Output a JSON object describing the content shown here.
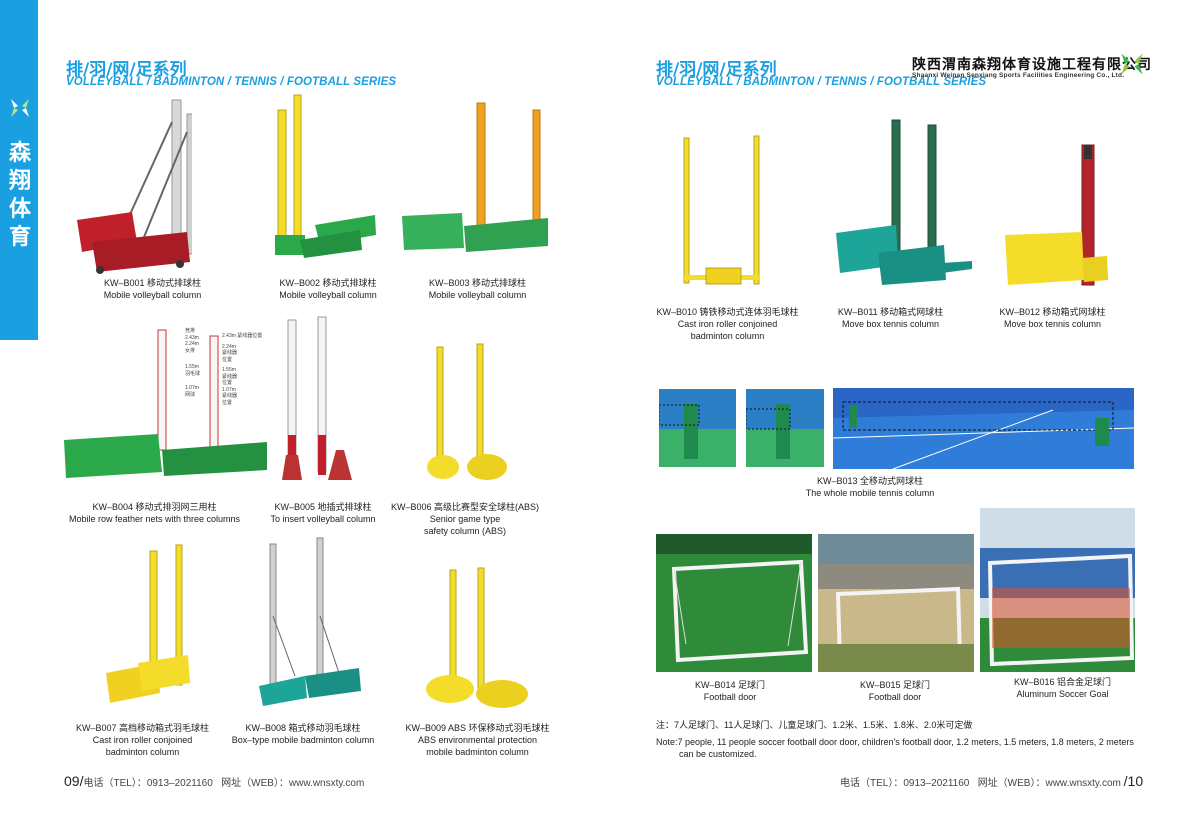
{
  "left_page": {
    "sidebar_brand": "森翔体育",
    "series_cn": "排/羽/网/足系列",
    "series_en": "VOLLEYBALL / BADMINTON / TENNIS / FOOTBALL SERIES",
    "products": [
      {
        "code_cn": "KW–B001 移动式排球柱",
        "en": [
          "Mobile volleyball column"
        ]
      },
      {
        "code_cn": "KW–B002 移动式排球柱",
        "en": [
          "Mobile volleyball column"
        ]
      },
      {
        "code_cn": "KW–B003 移动式排球柱",
        "en": [
          "Mobile volleyball column"
        ]
      },
      {
        "code_cn": "KW–B004 移动式排羽网三用柱",
        "en": [
          "Mobile row feather nets with three columns"
        ]
      },
      {
        "code_cn": "KW–B005 地插式排球柱",
        "en": [
          "To insert volleyball column"
        ]
      },
      {
        "code_cn": "KW–B006 高级比赛型安全球柱(ABS)",
        "en": [
          "Senior game type",
          "safety column (ABS)"
        ]
      },
      {
        "code_cn": "KW–B007 高档移动箱式羽毛球柱",
        "en": [
          "Cast iron roller conjoined",
          "badminton column"
        ]
      },
      {
        "code_cn": "KW–B008 箱式移动羽毛球柱",
        "en": [
          "Box–type mobile badminton column"
        ]
      },
      {
        "code_cn": "KW–B009 ABS 环保移动式羽毛球柱",
        "en": [
          "ABS environmental protection",
          "mobile badminton column"
        ]
      }
    ],
    "b004_labels": [
      "竞排",
      "2.43m",
      "2.24m",
      "女排",
      "1.55m",
      "羽毛球",
      "1.07m",
      "网球"
    ],
    "b004_labels_right": [
      "2.43m 紧线器位置",
      "2.24m",
      "紧线器",
      "位置",
      "1.55m",
      "紧线器",
      "位置",
      "1.07m",
      "紧线器",
      "位置"
    ],
    "page_number": "09/",
    "tel_label": "电话（TEL）：",
    "tel": "0913–2021160",
    "web_label": "网址（WEB）：",
    "web": "www.wnsxty.com"
  },
  "right_page": {
    "series_cn": "排/羽/网/足系列",
    "series_en": "VOLLEYBALL / BADMINTON / TENNIS / FOOTBALL SERIES",
    "company_cn": "陕西渭南森翔体育设施工程有限公司",
    "company_en": "Shaanxi Weinan Senxiang Sports Facilities Engineering Co., Ltd.",
    "products": [
      {
        "code_cn": "KW–B010 铸铁移动式连体羽毛球柱",
        "en": [
          "Cast iron roller conjoined",
          "badminton column"
        ]
      },
      {
        "code_cn": "KW–B011 移动箱式网球柱",
        "en": [
          "Move box tennis column"
        ]
      },
      {
        "code_cn": "KW–B012 移动箱式网球柱",
        "en": [
          "Move box tennis column"
        ]
      },
      {
        "code_cn": "KW–B013 全移动式网球柱",
        "en": [
          "The whole mobile tennis column"
        ]
      },
      {
        "code_cn": "KW–B014 足球门",
        "en": [
          "Football door"
        ]
      },
      {
        "code_cn": "KW–B015 足球门",
        "en": [
          "Football door"
        ]
      },
      {
        "code_cn": "KW–B016 铝合金足球门",
        "en": [
          "Aluminum Soccer Goal"
        ]
      }
    ],
    "note_cn": "注：7人足球门、11人足球门、儿童足球门、1.2米、1.5米、1.8米、2.0米可定做",
    "note_en_1": "Note:7 people, 11 people soccer football door door, children's football door, 1.2 meters, 1.5 meters, 1.8 meters, 2 meters",
    "note_en_2": "can be customized.",
    "tel_label": "电话（TEL）：",
    "tel": "0913–2021160",
    "web_label": "网址（WEB）：",
    "web": "www.wnsxty.com",
    "page_number": "/10"
  },
  "colors": {
    "accent_blue": "#1a9fe0",
    "logo_green": "#39b54a",
    "product_red": "#c0202a",
    "product_green": "#2aa84a",
    "product_yellow": "#f3dd2a",
    "product_teal": "#1ea59a"
  }
}
